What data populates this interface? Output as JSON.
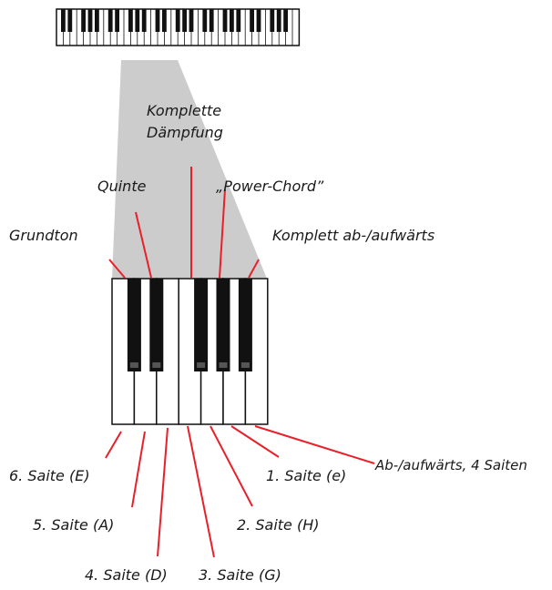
{
  "colors": {
    "callout": "#e8202a",
    "zoom_fill": "#cccccc",
    "key_outline": "#111111",
    "black_key": "#111111",
    "white_key": "#ffffff"
  },
  "top_labels": {
    "komplette_line1": "Komplette",
    "komplette_line2": "Dämpfung",
    "quinte": "Quinte",
    "power_chord": "„Power-Chord”",
    "grundton": "Grundton",
    "komplett_ab": "Komplett ab-/aufwärts"
  },
  "bottom_labels": {
    "saite6": "6. Saite (E)",
    "saite5": "5. Saite (A)",
    "saite4": "4. Saite (D)",
    "saite3": "3. Saite (G)",
    "saite2": "2. Saite (H)",
    "saite1": "1. Saite (e)",
    "ab_4": "Ab-/aufwärts, 4 Saiten"
  },
  "icons": {
    "full_keyboard": "keyboard-icon",
    "zoom": "zoom-wedge"
  }
}
